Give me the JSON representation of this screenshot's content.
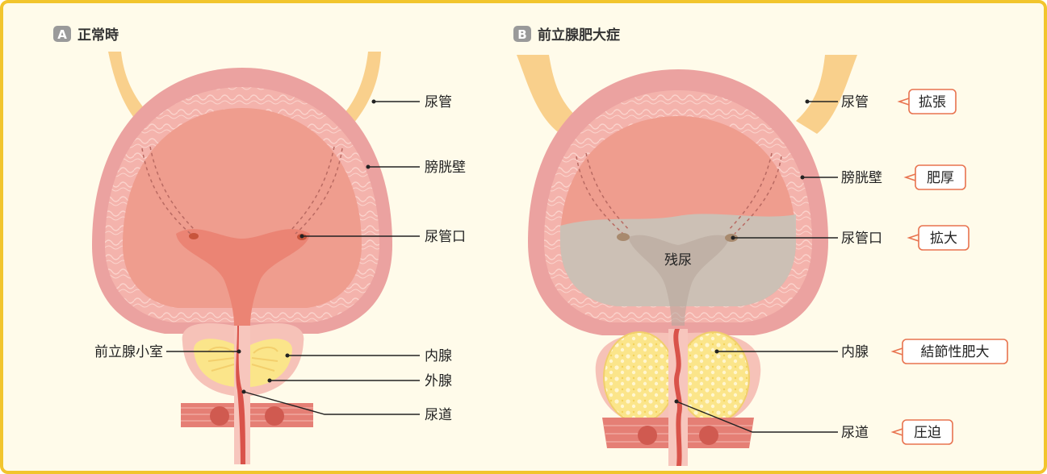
{
  "panel_a": {
    "badge": "A",
    "title": "正常時",
    "labels": {
      "ureter": "尿管",
      "bladder_wall": "膀胱壁",
      "ureter_orifice": "尿管口",
      "prostatic_utricle": "前立腺小室",
      "inner_gland": "内腺",
      "outer_gland": "外腺",
      "urethra": "尿道"
    }
  },
  "panel_b": {
    "badge": "B",
    "title": "前立腺肥大症",
    "labels": {
      "ureter": "尿管",
      "bladder_wall": "膀胱壁",
      "ureter_orifice": "尿管口",
      "inner_gland": "内腺",
      "urethra": "尿道",
      "residual_urine": "残尿"
    },
    "callouts": {
      "ureter": "拡張",
      "bladder_wall": "肥厚",
      "ureter_orifice": "拡大",
      "inner_gland": "結節性肥大",
      "urethra": "圧迫"
    }
  },
  "colors": {
    "frame": "#f2c52d",
    "background": "#fffbea",
    "badge": "#9a9a9a",
    "callout_border": "#e8734f",
    "bladder_outer": "#eba2a0",
    "bladder_inner": "#ef9d8e",
    "ureter": "#f9d08c",
    "gland": "#fbe58a",
    "residual_urine": "#c9c3b8"
  }
}
